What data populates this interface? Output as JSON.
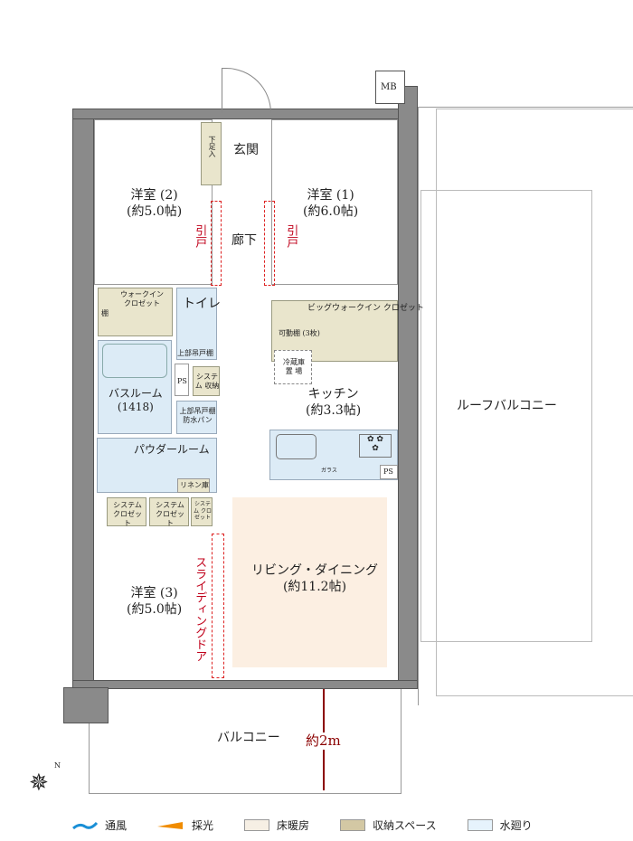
{
  "rooms": {
    "western2": {
      "name": "洋室 (2)",
      "size": "(約5.0帖)"
    },
    "western1": {
      "name": "洋室 (1)",
      "size": "(約6.0帖)"
    },
    "western3": {
      "name": "洋室 (3)",
      "size": "(約5.0帖)"
    },
    "entrance": "玄関",
    "shoe": "下足入",
    "hall": "廊下",
    "toilet": "トイレ",
    "upper_cab": "上部吊戸棚",
    "wic": "ウォークイン クロゼット",
    "shelf": "棚",
    "bath": {
      "name": "バスルーム",
      "size": "(1418)"
    },
    "ps": "PS",
    "sys_storage": "システム 収納",
    "waterproof": "上部吊戸棚 防水パン",
    "powder": "パウダールーム",
    "linen": "リネン庫",
    "sys_closet": "システム クロゼット",
    "big_wic": "ビッグウォークイン クロゼット",
    "movable_shelf": "可動棚 (3枚)",
    "fridge": "冷蔵庫 置 場",
    "kitchen": {
      "name": "キッチン",
      "size": "(約3.3帖)"
    },
    "glass": "ガラス",
    "ld": {
      "name": "リビング・ダイニング",
      "size": "(約11.2帖)"
    },
    "balcony": "バルコニー",
    "roof_balcony": "ルーフバルコニー",
    "mb": "MB",
    "depth": "約2m"
  },
  "labels": {
    "sliding": "引戸",
    "sliding_door": "スライディングドア",
    "north": "N"
  },
  "legend": [
    {
      "label": "通風",
      "color": "#1a8fd6"
    },
    {
      "label": "採光",
      "color": "#f08c00"
    },
    {
      "label": "床暖房",
      "color": "#f6efe4"
    },
    {
      "label": "収納スペース",
      "color": "#d3c8a4"
    },
    {
      "label": "水廻り",
      "color": "#e6f3fc"
    }
  ]
}
